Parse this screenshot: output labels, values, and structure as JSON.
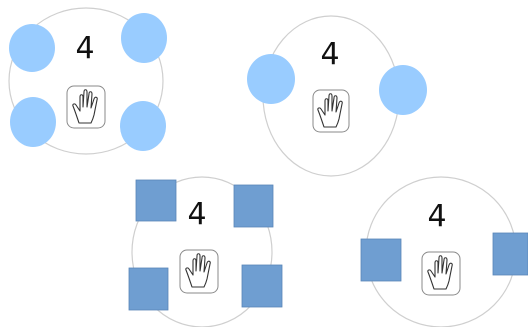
{
  "panels": [
    {
      "label": "4",
      "marker_shape": "circle",
      "marker_count": 4,
      "color": "#99ccff",
      "icon": "raised-hand-icon"
    },
    {
      "label": "4",
      "marker_shape": "circle",
      "marker_count": 2,
      "color": "#99ccff",
      "icon": "raised-hand-icon"
    },
    {
      "label": "4",
      "marker_shape": "square",
      "marker_count": 4,
      "color": "#6f9ed1",
      "icon": "raised-hand-icon"
    },
    {
      "label": "4",
      "marker_shape": "square",
      "marker_count": 2,
      "color": "#6f9ed1",
      "icon": "raised-hand-icon"
    }
  ]
}
